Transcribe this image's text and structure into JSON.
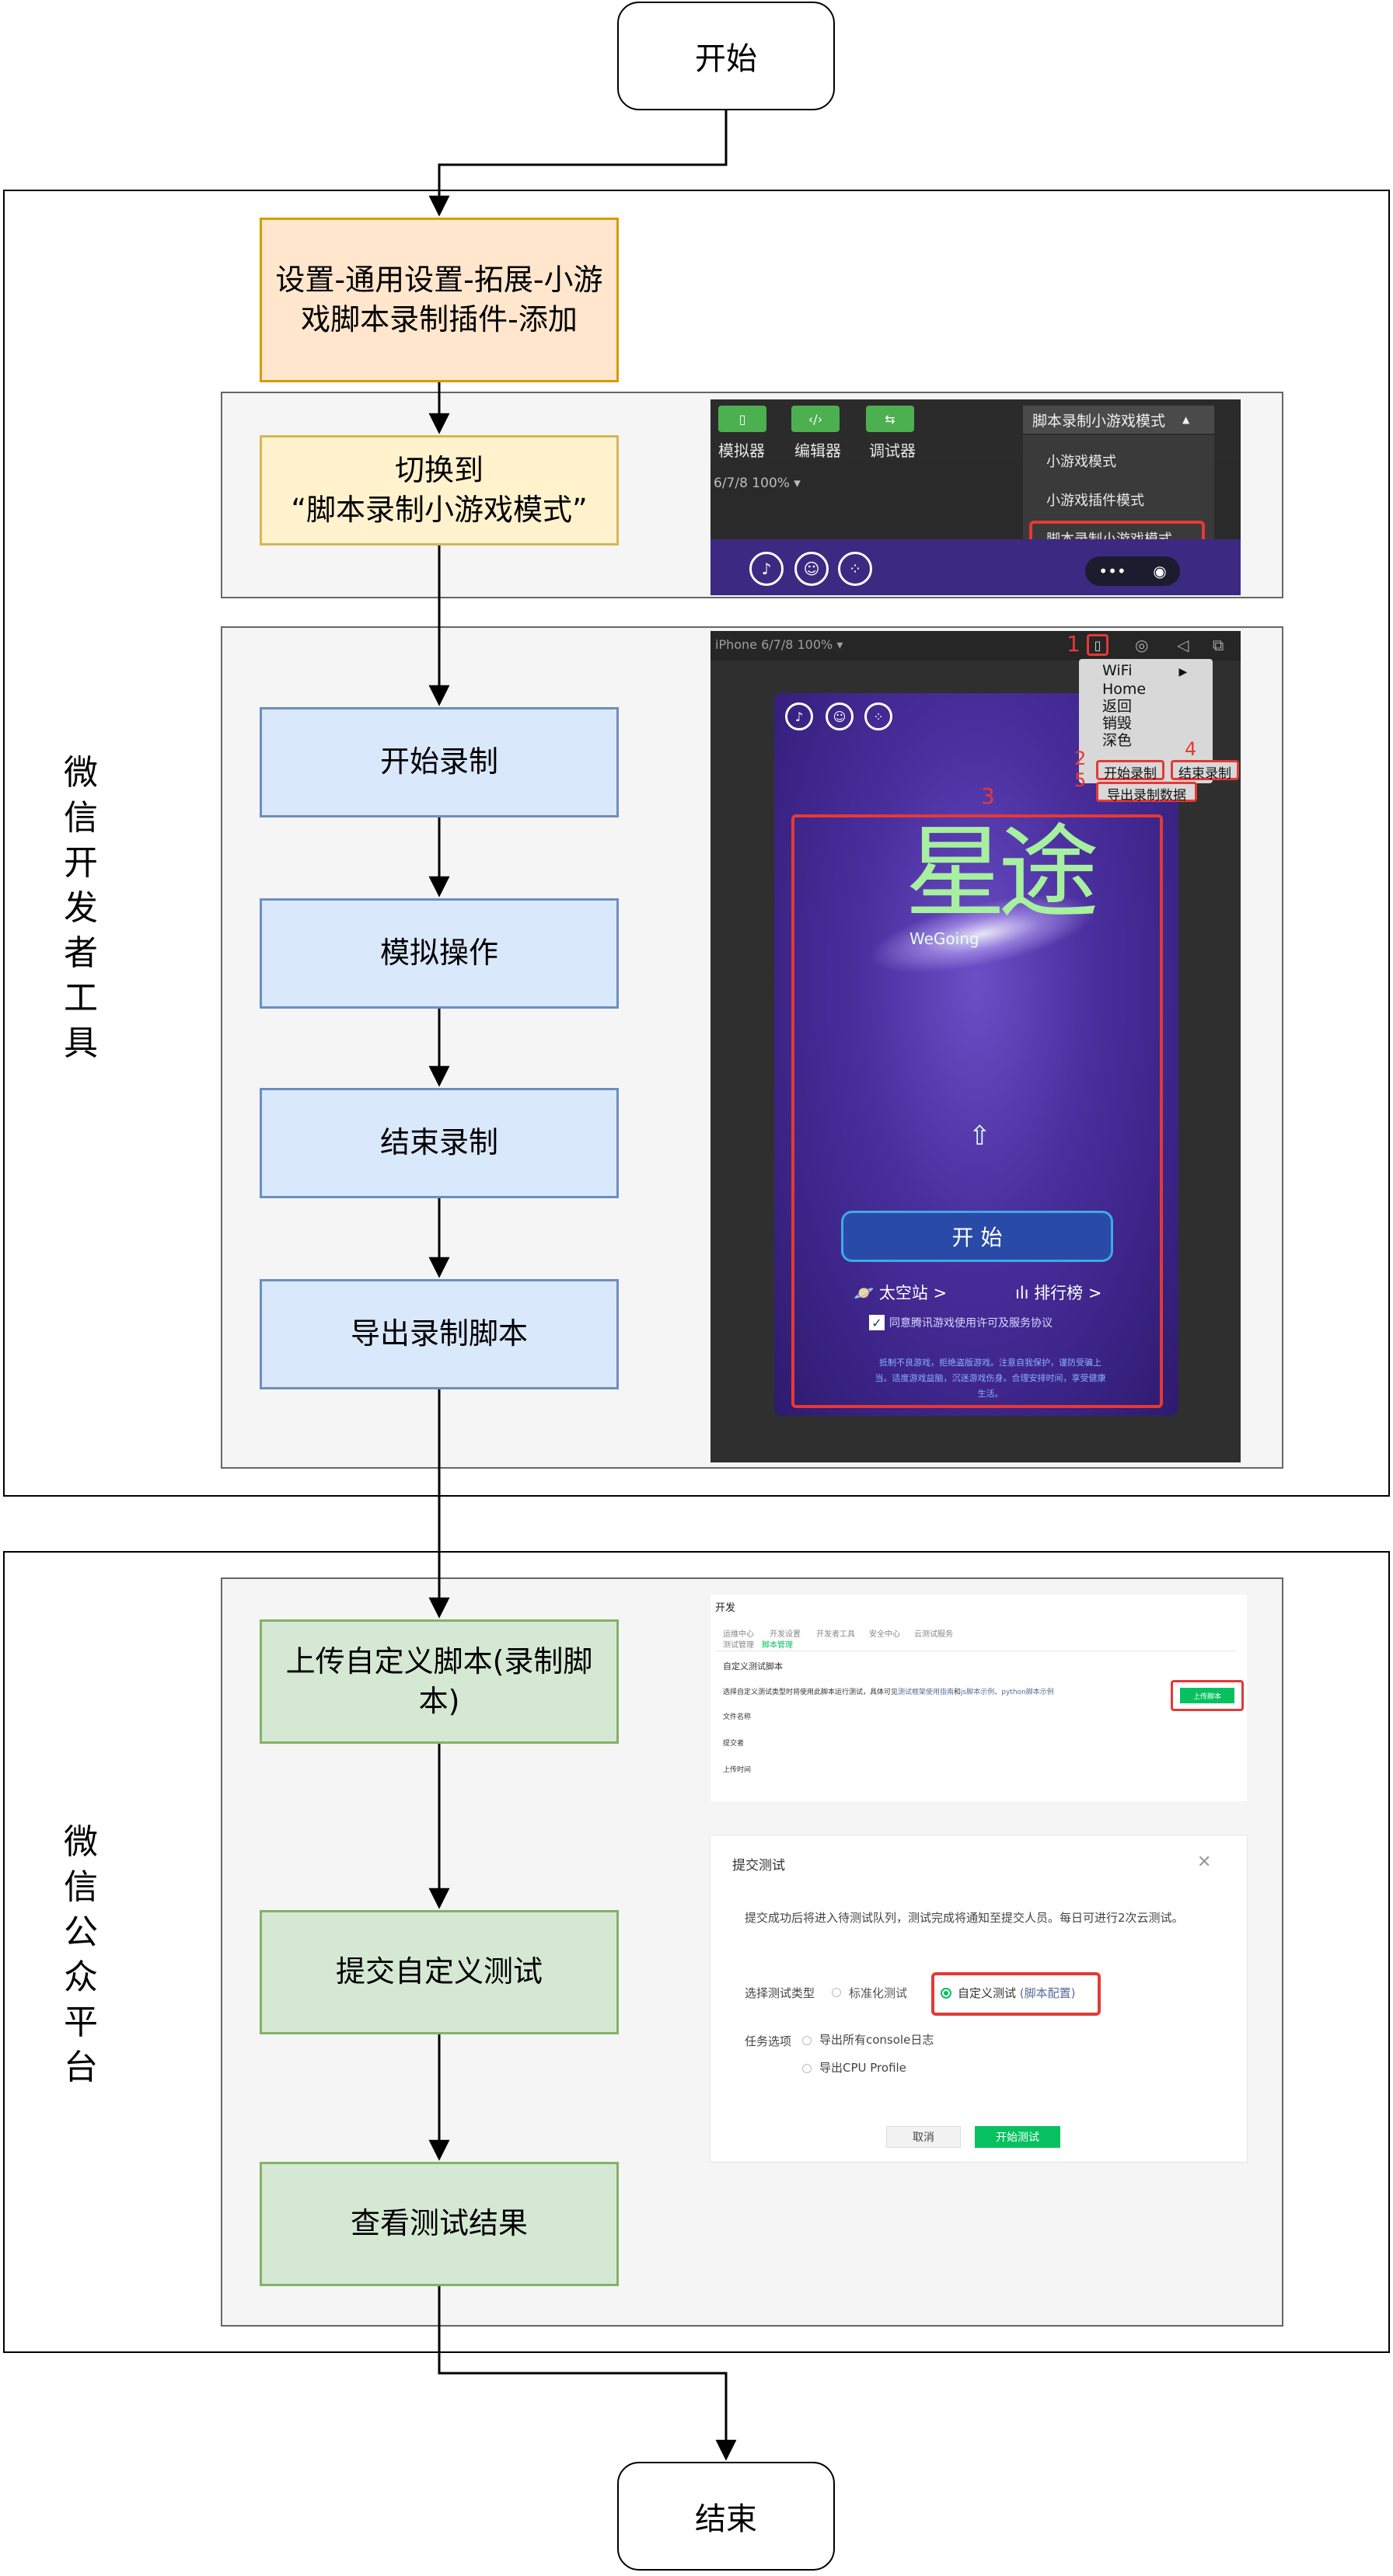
{
  "flow": {
    "start": "开始",
    "end": "结束",
    "group_devtools": "微\n信\n开\n发\n者\n工\n具",
    "group_platform": "微\n信\n公\n众\n平\n台",
    "step_add_plugin": "设置-通用设置-拓展-小游戏脚本录制插件-添加",
    "step_switch_mode": "切换到\n“脚本录制小游戏模式”",
    "step_start_record": "开始录制",
    "step_simulate": "模拟操作",
    "step_stop_record": "结束录制",
    "step_export": "导出录制脚本",
    "step_upload": "上传自定义脚本(录制脚本)",
    "step_submit": "提交自定义测试",
    "step_view": "查看测试结果"
  },
  "screenshot_mode": {
    "toolbar": [
      "模拟器",
      "编辑器",
      "调试器"
    ],
    "device": "6/7/8 100% ▾",
    "dropdown_selected": "脚本录制小游戏模式",
    "options": [
      "小游戏模式",
      "小游戏插件模式",
      "脚本录制小游戏模式"
    ]
  },
  "screenshot_record": {
    "device": "iPhone 6/7/8 100% ▾",
    "menu": [
      "WiFi",
      "Home",
      "返回",
      "销毁",
      "深色"
    ],
    "menu_start": "开始录制",
    "menu_stop": "结束录制",
    "menu_export": "导出录制数据",
    "markers": [
      "1",
      "2",
      "3",
      "4",
      "5"
    ],
    "game_title": "星途",
    "game_logo": "WeGoing",
    "start_button": "开 始",
    "station": "🪐 太空站 >",
    "ranking": "ılı 排行榜 >",
    "agree": "同意腾讯游戏使用许可及服务协议",
    "notice": "抵制不良游戏，拒绝盗版游戏。注意自我保护，谨防受骗上当。适度游戏益脑，沉迷游戏伤身。合理安排时间，享受健康生活。"
  },
  "screenshot_upload": {
    "header": "开发",
    "tabs": [
      "运维中心",
      "开发设置",
      "开发者工具",
      "安全中心",
      "云测试服务"
    ],
    "subtabs": [
      "测试管理",
      "脚本管理"
    ],
    "section": "自定义测试脚本",
    "desc": "选择自定义测试类型时将使用此脚本运行测试，具体可见",
    "desc_link": "测试框架使用指南",
    "desc_and": "和",
    "desc_link2": "js脚本示例",
    "desc_sep": "、",
    "desc_link3": "python脚本示例",
    "fields": [
      "文件名称",
      "提交者",
      "上传时间"
    ],
    "upload_button": "上传脚本"
  },
  "screenshot_submit": {
    "title": "提交测试",
    "close": "✕",
    "desc": "提交成功后将进入待测试队列，测试完成将通知至提交人员。每日可进行2次云测试。",
    "type_label": "选择测试类型",
    "type_standard": "标准化测试",
    "type_custom": "自定义测试",
    "type_custom_link": "(脚本配置)",
    "task_label": "任务选项",
    "task_console": "导出所有console日志",
    "task_cpu": "导出CPU Profile",
    "cancel": "取消",
    "start": "开始测试"
  }
}
